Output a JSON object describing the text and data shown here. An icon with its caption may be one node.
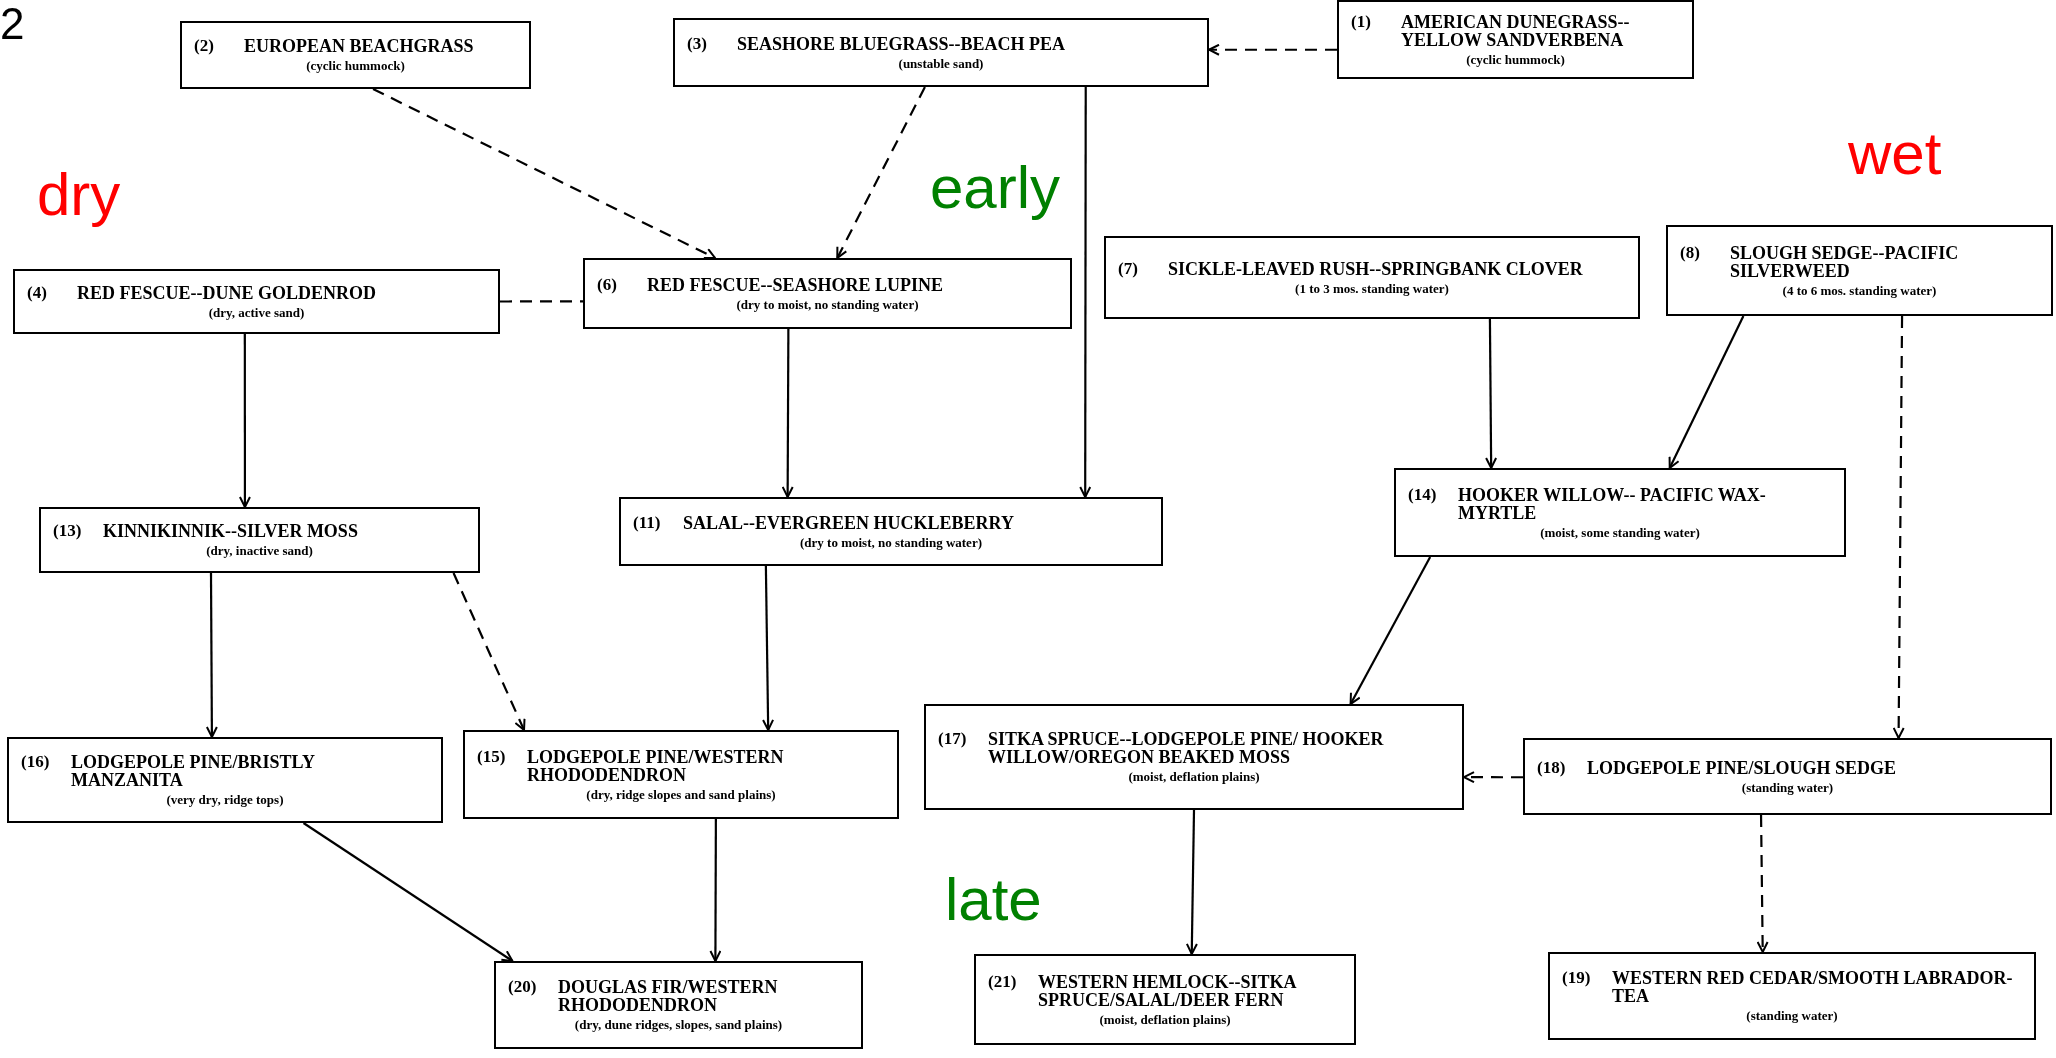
{
  "diagram": {
    "nodes": [
      {
        "text": [
          "(2)",
          "EUROPEAN BEACHGRASS",
          "(cyclic hummock)"
        ]
      },
      {
        "text": [
          "(3)",
          "SEASHORE BLUEGRASS--BEACH PEA",
          "(unstable sand)"
        ]
      },
      {
        "text": [
          "(1)",
          "AMERICAN DUNEGRASS--YELLOW SANDVERBENA",
          "(cyclic hummock)"
        ]
      },
      {
        "text": [
          "(4)",
          "RED FESCUE--DUNE GOLDENROD",
          "(dry, active sand)"
        ]
      },
      {
        "text": [
          "(6)",
          "RED FESCUE--SEASHORE LUPINE",
          "(dry to moist, no standing water)"
        ]
      },
      {
        "text": [
          "(7)",
          "SICKLE-LEAVED RUSH--SPRINGBANK CLOVER",
          "(1 to 3 mos. standing water)"
        ]
      },
      {
        "text": [
          "(8)",
          "SLOUGH SEDGE--PACIFIC SILVERWEED",
          "(4 to 6 mos. standing water)"
        ]
      },
      {
        "text": [
          "(13)",
          "KINNIKINNIK--SILVER MOSS",
          "(dry, inactive sand)"
        ]
      },
      {
        "text": [
          "(11)",
          "SALAL--EVERGREEN HUCKLEBERRY",
          "(dry to moist, no standing water)"
        ]
      },
      {
        "text": [
          "(14)",
          "HOOKER WILLOW-- PACIFIC WAX-MYRTLE",
          "(moist, some standing water)"
        ]
      },
      {
        "text": [
          "(16)",
          "LODGEPOLE PINE/BRISTLY MANZANITA",
          "(very dry, ridge tops)"
        ]
      },
      {
        "text": [
          "(15)",
          "LODGEPOLE PINE/WESTERN RHODODENDRON",
          "(dry, ridge slopes and sand plains)"
        ]
      },
      {
        "text": [
          "(17)",
          "SITKA SPRUCE--LODGEPOLE PINE/ HOOKER WILLOW/OREGON BEAKED MOSS",
          "(moist, deflation plains)"
        ]
      },
      {
        "text": [
          "(18)",
          "LODGEPOLE PINE/SLOUGH SEDGE",
          "(standing water)"
        ]
      },
      {
        "text": [
          "(20)",
          "DOUGLAS FIR/WESTERN RHODODENDRON",
          "(dry, dune ridges, slopes, sand plains)"
        ]
      },
      {
        "text": [
          "(21)",
          "WESTERN HEMLOCK--SITKA SPRUCE/SALAL/DEER FERN",
          "(moist, deflation plains)"
        ]
      },
      {
        "text": [
          "(19)",
          "WESTERN RED CEDAR/SMOOTH LABRADOR-TEA",
          "(standing water)"
        ]
      }
    ],
    "edges": [
      {
        "from": 2,
        "to": 1,
        "arrow": "to",
        "style": "dashed"
      },
      {
        "from": 0,
        "to": 4,
        "arrow": "to",
        "style": "dashed"
      },
      {
        "from": 1,
        "to": 4,
        "arrow": "to",
        "style": "dashed"
      },
      {
        "from": 3,
        "to": 4,
        "arrow": "none",
        "style": "dashed"
      },
      {
        "from": 1,
        "to": 8,
        "arrow": "to"
      },
      {
        "from": 4,
        "to": 8,
        "arrow": "to"
      },
      {
        "from": 3,
        "to": 7,
        "arrow": "to"
      },
      {
        "from": 5,
        "to": 9,
        "arrow": "to"
      },
      {
        "from": 6,
        "to": 9,
        "arrow": "to"
      },
      {
        "from": 6,
        "to": 13,
        "arrow": "to",
        "style": "dashed"
      },
      {
        "from": 7,
        "to": 10,
        "arrow": "to"
      },
      {
        "from": 7,
        "to": 11,
        "arrow": "to",
        "style": "dashed"
      },
      {
        "from": 8,
        "to": 11,
        "arrow": "to"
      },
      {
        "from": 9,
        "to": 12,
        "arrow": "to"
      },
      {
        "from": 13,
        "to": 12,
        "arrow": "to",
        "style": "dashed"
      },
      {
        "from": 10,
        "to": 14,
        "arrow": "to"
      },
      {
        "from": 11,
        "to": 14,
        "arrow": "to"
      },
      {
        "from": 12,
        "to": 15,
        "arrow": "to"
      },
      {
        "from": 13,
        "to": 16,
        "arrow": "to",
        "style": "dashed"
      }
    ],
    "labels": [
      "2",
      "dry",
      "early",
      "wet",
      "late"
    ]
  }
}
